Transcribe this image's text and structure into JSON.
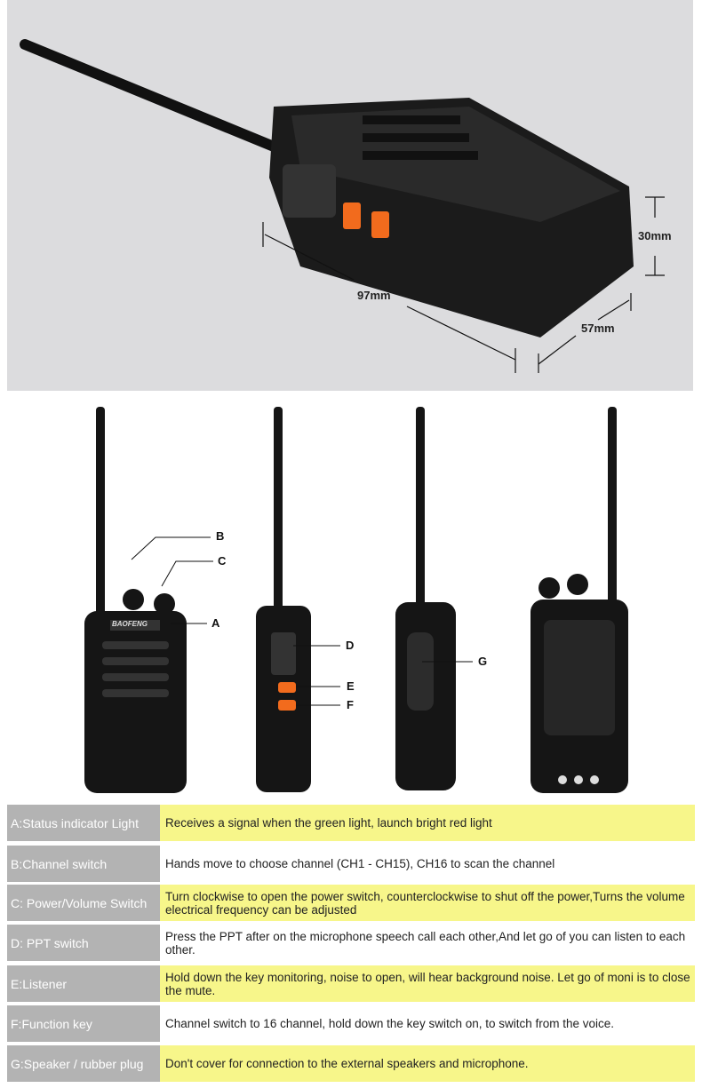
{
  "dimensions": {
    "length": "97mm",
    "width": "57mm",
    "depth": "30mm"
  },
  "callouts": [
    "A",
    "B",
    "C",
    "D",
    "E",
    "F",
    "G"
  ],
  "brand_logo": "BAOFENG",
  "features": [
    {
      "label": "A:Status indicator Light",
      "description": "Receives a signal when the green light, launch bright red light",
      "highlight": true
    },
    {
      "label": "B:Channel switch",
      "description": "Hands move to choose channel (CH1 - CH15), CH16 to scan the channel",
      "highlight": false
    },
    {
      "label": "C: Power/Volume Switch",
      "description": "Turn clockwise to open the power switch, counterclockwise to shut off the power,Turns the volume electrical frequency can be adjusted",
      "highlight": true
    },
    {
      "label": "D: PPT switch",
      "description": "Press the PPT after  on the microphone speech call each other,And let go of you can listen to each other.",
      "highlight": false
    },
    {
      "label": "E:Listener",
      "description": "Hold down the key monitoring, noise to open, will hear background noise. Let go of moni is to close the mute.",
      "highlight": true
    },
    {
      "label": "F:Function key",
      "description": "Channel switch to 16 channel, hold down the key switch on, to switch from the voice.",
      "highlight": false
    },
    {
      "label": "G:Speaker / rubber plug",
      "description": "Don't cover for connection to the external speakers and microphone.",
      "highlight": true
    }
  ],
  "colors": {
    "highlight": "#f7f68a",
    "label_bg": "#b3b3b3",
    "photo_bg": "#dcdcde",
    "button_orange": "#f26b1d"
  }
}
